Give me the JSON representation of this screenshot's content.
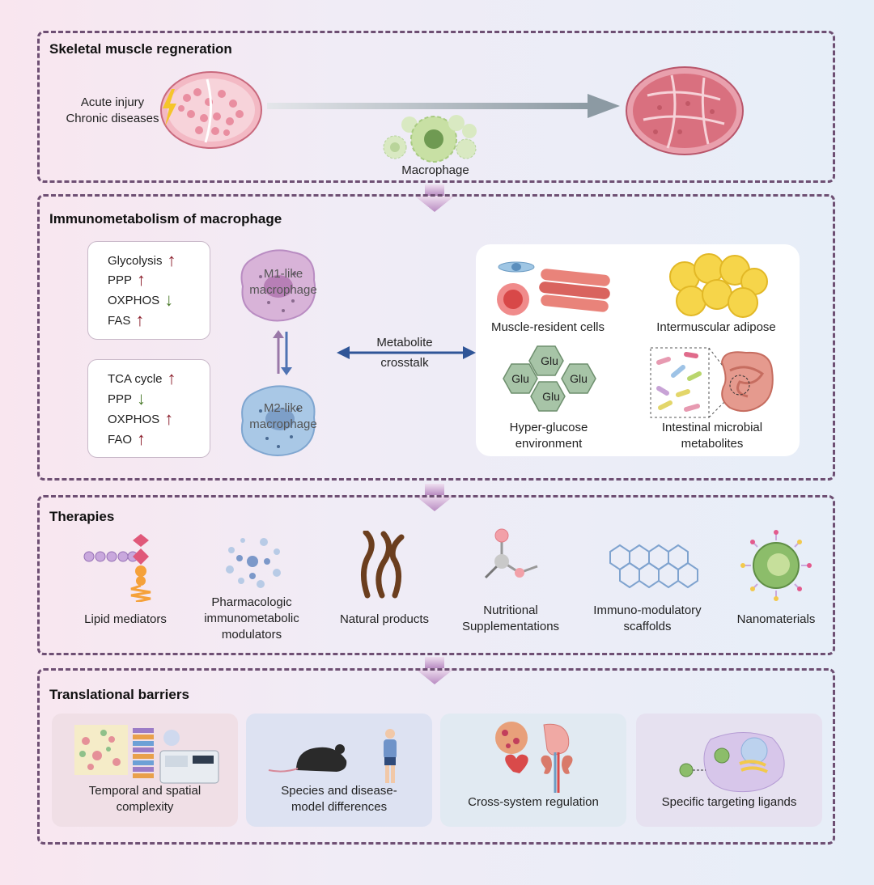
{
  "panel1": {
    "title": "Skeletal muscle regneration",
    "injury_line1": "Acute injury",
    "injury_line2": "Chronic diseases",
    "macrophage_label": "Macrophage"
  },
  "panel2": {
    "title": "Immunometabolism of macrophage",
    "m1_rows": [
      {
        "label": "Glycolysis",
        "dir": "up"
      },
      {
        "label": "PPP",
        "dir": "up"
      },
      {
        "label": "OXPHOS",
        "dir": "down"
      },
      {
        "label": "FAS",
        "dir": "up"
      }
    ],
    "m2_rows": [
      {
        "label": "TCA cycle",
        "dir": "up"
      },
      {
        "label": "PPP",
        "dir": "down"
      },
      {
        "label": "OXPHOS",
        "dir": "up"
      },
      {
        "label": "FAO",
        "dir": "up"
      }
    ],
    "m1_line1": "M1-like",
    "m1_line2": "macrophage",
    "m2_line1": "M2-like",
    "m2_line2": "macrophage",
    "crosstalk_line1": "Metabolite",
    "crosstalk_line2": "crosstalk",
    "muscle_resident": "Muscle-resident cells",
    "adipose": "Intermuscular adipose",
    "glu": "Glu",
    "hyper_line1": "Hyper-glucose",
    "hyper_line2": "environment",
    "microbial_line1": "Intestinal microbial",
    "microbial_line2": "metabolites"
  },
  "panel3": {
    "title": "Therapies",
    "lipid": "Lipid mediators",
    "pharma_line1": "Pharmacologic",
    "pharma_line2": "immunometabolic",
    "pharma_line3": "modulators",
    "natural": "Natural products",
    "nutri_line1": "Nutritional",
    "nutri_line2": "Supplementations",
    "scaffold_line1": "Immuno-modulatory",
    "scaffold_line2": "scaffolds",
    "nano": "Nanomaterials"
  },
  "panel4": {
    "title": "Translational barriers",
    "temporal_line1": "Temporal and spatial",
    "temporal_line2": "complexity",
    "species_line1": "Species and disease-",
    "species_line2": "model differences",
    "cross": "Cross-system regulation",
    "ligands": "Specific targeting ligands"
  },
  "colors": {
    "up_arrow": "#8b1e2b",
    "down_arrow": "#4a7a2a",
    "crosstalk_arrow": "#2f5597",
    "panel_border": "#6e4f73"
  }
}
